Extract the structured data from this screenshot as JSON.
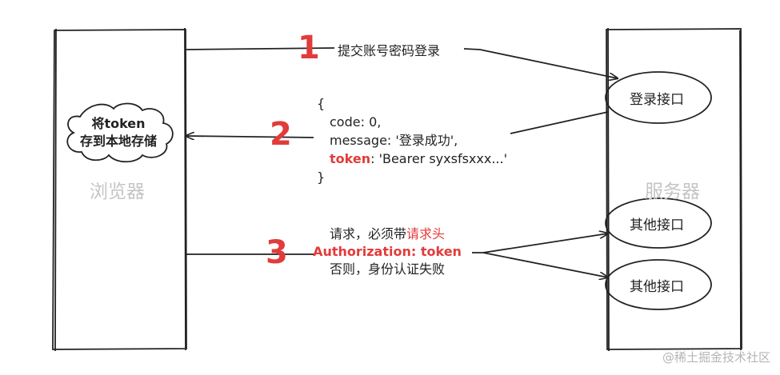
{
  "browser": {
    "label": "浏览器",
    "cloud_line1": "将token",
    "cloud_line2": "存到本地存储"
  },
  "server": {
    "label": "服务器",
    "login_api": "登录接口",
    "other_api_1": "其他接口",
    "other_api_2": "其他接口"
  },
  "steps": {
    "step1": {
      "number": "1",
      "text": "提交账号密码登录"
    },
    "step2": {
      "number": "2",
      "brace_open": "{",
      "line_code": "code: 0,",
      "line_message": "message: '登录成功',",
      "token_key": "token",
      "token_value": ": 'Bearer syxsfsxxx...'",
      "brace_close": "}"
    },
    "step3": {
      "number": "3",
      "line1_prefix": "请求，必须带",
      "line1_highlight": "请求头",
      "line2": "Authorization: token",
      "line3": "否则，身份认证失败"
    }
  },
  "watermark": "@稀土掘金技术社区",
  "colors": {
    "accent": "#e23b3b",
    "line": "#222222",
    "label_grey": "#c4c4c4"
  }
}
